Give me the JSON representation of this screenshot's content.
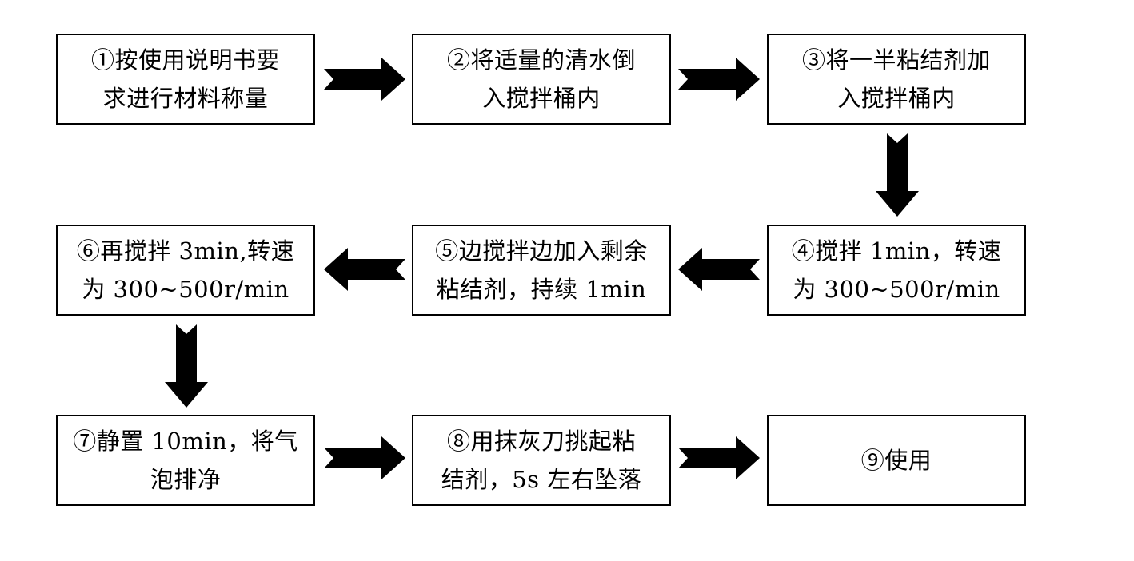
{
  "flowchart": {
    "steps": [
      {
        "id": "1",
        "text": "①按使用说明书要\n求进行材料称量"
      },
      {
        "id": "2",
        "text": "②将适量的清水倒\n入搅拌桶内"
      },
      {
        "id": "3",
        "text": "③将一半粘结剂加\n入搅拌桶内"
      },
      {
        "id": "4",
        "text": "④搅拌 1min，转速\n为 300~500r/min"
      },
      {
        "id": "5",
        "text": "⑤边搅拌边加入剩余\n粘结剂，持续 1min"
      },
      {
        "id": "6",
        "text": "⑥再搅拌 3min,转速\n为 300~500r/min"
      },
      {
        "id": "7",
        "text": "⑦静置 10min，将气\n泡排净"
      },
      {
        "id": "8",
        "text": "⑧用抹灰刀挑起粘\n结剂，5s 左右坠落"
      },
      {
        "id": "9",
        "text": "⑨使用"
      }
    ],
    "arrows": [
      {
        "from": "1",
        "to": "2",
        "direction": "right"
      },
      {
        "from": "2",
        "to": "3",
        "direction": "right"
      },
      {
        "from": "3",
        "to": "4",
        "direction": "down"
      },
      {
        "from": "4",
        "to": "5",
        "direction": "left"
      },
      {
        "from": "5",
        "to": "6",
        "direction": "left"
      },
      {
        "from": "6",
        "to": "7",
        "direction": "down"
      },
      {
        "from": "7",
        "to": "8",
        "direction": "right"
      },
      {
        "from": "8",
        "to": "9",
        "direction": "right"
      }
    ],
    "colors": {
      "box_border": "#000000",
      "arrow_fill": "#000000",
      "background": "#ffffff",
      "text": "#000000"
    }
  }
}
